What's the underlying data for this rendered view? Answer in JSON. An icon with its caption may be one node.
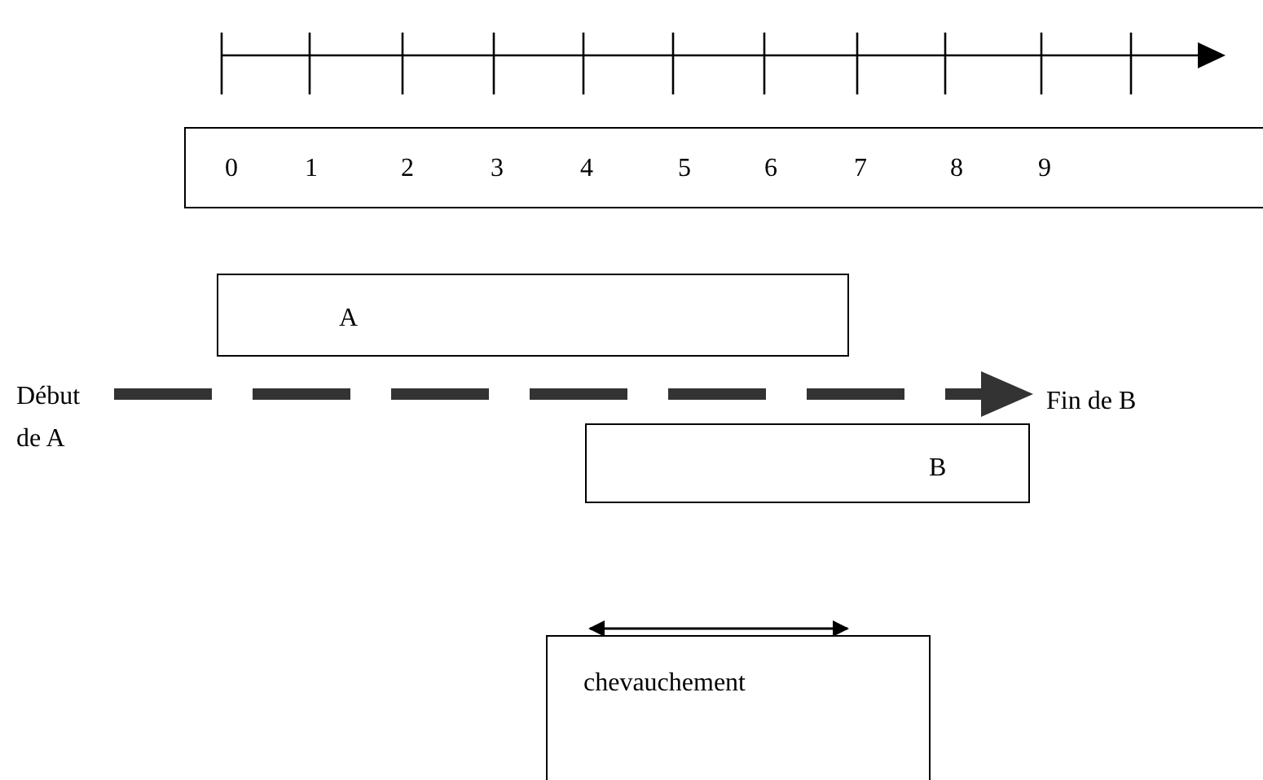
{
  "diagram": {
    "nodes": [
      {
        "text": [
          "0",
          "1",
          "2",
          "3",
          "4",
          "5",
          "6",
          "7",
          "8",
          "9"
        ]
      },
      {
        "text": [
          "A"
        ]
      },
      {
        "text": [
          "Début de A"
        ]
      },
      {
        "text": [
          "Fin de B"
        ]
      },
      {
        "text": [
          "B"
        ]
      },
      {
        "text": [
          "chevauchement"
        ]
      }
    ],
    "edges": [
      {
        "from": 2,
        "to": 3,
        "arrow": "to",
        "style": "dashed"
      }
    ]
  }
}
